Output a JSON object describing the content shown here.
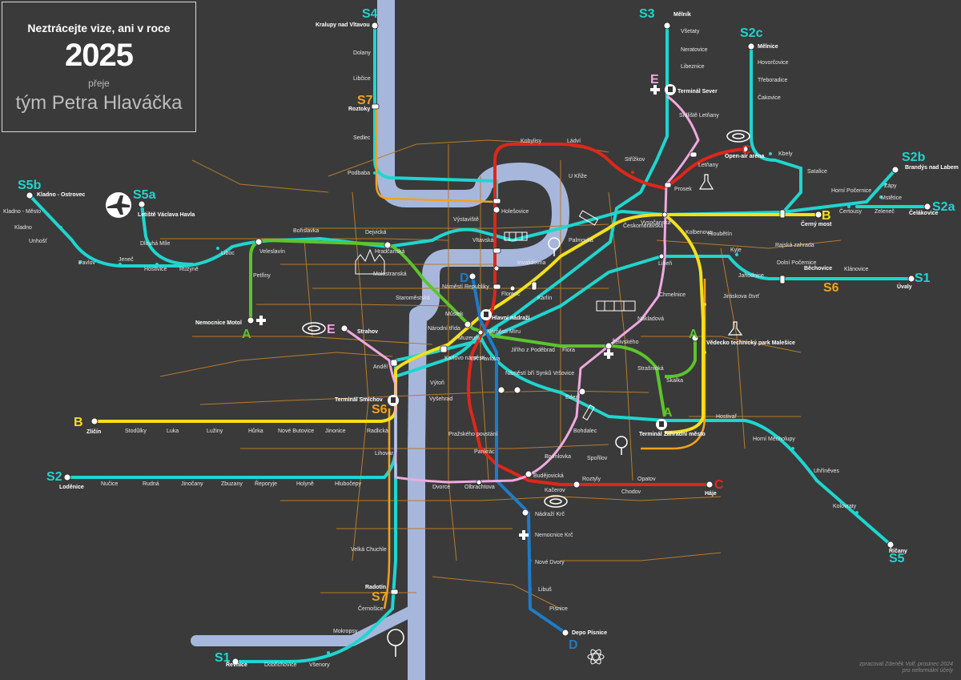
{
  "greeting": {
    "line1": "Neztrácejte vize, ani v roce",
    "line2": "2025",
    "line3": "přeje",
    "line4": "tým Petra Hlaváčka"
  },
  "credit": {
    "line1": "zpracoval Zdeněk Volf, prosinec 2024",
    "line2": "pro neformální účely"
  },
  "colors": {
    "background": "#3a3a3a",
    "river": "#a7b7dc",
    "metro_a": "#5cc42c",
    "metro_b": "#f3e01a",
    "metro_c": "#e0261a",
    "metro_d": "#1f7bc7",
    "tram_e": "#f1a9e0",
    "suburban_rail": "#1ed6cf",
    "tram_network": "#b87a2a"
  },
  "line_ids": [
    {
      "id": "s4",
      "text": "S4",
      "color": "#1ed6cf"
    },
    {
      "id": "s3",
      "text": "S3",
      "color": "#1ed6cf"
    },
    {
      "id": "s2c",
      "text": "S2c",
      "color": "#1ed6cf"
    },
    {
      "id": "s7-north",
      "text": "S7",
      "color": "#f0a21e"
    },
    {
      "id": "s5b",
      "text": "S5b",
      "color": "#1ed6cf"
    },
    {
      "id": "s5a",
      "text": "S5a",
      "color": "#1ed6cf"
    },
    {
      "id": "s2b",
      "text": "S2b",
      "color": "#1ed6cf"
    },
    {
      "id": "s2a",
      "text": "S2a",
      "color": "#1ed6cf"
    },
    {
      "id": "s1-east",
      "text": "S1",
      "color": "#1ed6cf"
    },
    {
      "id": "s6-east",
      "text": "S6",
      "color": "#f0a21e"
    },
    {
      "id": "b-east",
      "text": "B",
      "color": "#f3e01a"
    },
    {
      "id": "c-north",
      "text": "C",
      "color": "#e0261a"
    },
    {
      "id": "e-north",
      "text": "E",
      "color": "#f1a9e0"
    },
    {
      "id": "d-center",
      "text": "D",
      "color": "#1f7bc7"
    },
    {
      "id": "e-west",
      "text": "E",
      "color": "#f1a9e0"
    },
    {
      "id": "a-west",
      "text": "A",
      "color": "#5cc42c"
    },
    {
      "id": "a-east",
      "text": "A",
      "color": "#5cc42c"
    },
    {
      "id": "a-south",
      "text": "A",
      "color": "#5cc42c"
    },
    {
      "id": "b-west",
      "text": "B",
      "color": "#f3e01a"
    },
    {
      "id": "s6-west",
      "text": "S6",
      "color": "#f0a21e"
    },
    {
      "id": "s2-west",
      "text": "S2",
      "color": "#1ed6cf"
    },
    {
      "id": "c-south",
      "text": "C",
      "color": "#e0261a"
    },
    {
      "id": "s5-south",
      "text": "S5",
      "color": "#1ed6cf"
    },
    {
      "id": "d-south",
      "text": "D",
      "color": "#1f7bc7"
    },
    {
      "id": "s7-south",
      "text": "S7",
      "color": "#f0a21e"
    },
    {
      "id": "s1-south",
      "text": "S1",
      "color": "#1ed6cf"
    }
  ],
  "stations": [
    {
      "name": "Kralupy nad Vltavou",
      "bold": true
    },
    {
      "name": "Dolany",
      "bold": false
    },
    {
      "name": "Libčice",
      "bold": false
    },
    {
      "name": "Roztoky",
      "bold": true
    },
    {
      "name": "Sedlec",
      "bold": false
    },
    {
      "name": "Podbaba",
      "bold": false
    },
    {
      "name": "Mělník",
      "bold": true
    },
    {
      "name": "Všetaty",
      "bold": false
    },
    {
      "name": "Neratovice",
      "bold": false
    },
    {
      "name": "Libeznice",
      "bold": false
    },
    {
      "name": "Terminál Sever",
      "bold": true
    },
    {
      "name": "Sídliště Letňany",
      "bold": false
    },
    {
      "name": "Letňany",
      "bold": false
    },
    {
      "name": "Prosek",
      "bold": false
    },
    {
      "name": "Open-air aréna",
      "bold": true
    },
    {
      "name": "Mělnice",
      "bold": true
    },
    {
      "name": "Hovorčovice",
      "bold": false
    },
    {
      "name": "Třeboradice",
      "bold": false
    },
    {
      "name": "Čakovice",
      "bold": false
    },
    {
      "name": "Kbely",
      "bold": false
    },
    {
      "name": "Satalice",
      "bold": false
    },
    {
      "name": "Horní Počernice",
      "bold": false
    },
    {
      "name": "Čertousy",
      "bold": false
    },
    {
      "name": "Zeleneč",
      "bold": false
    },
    {
      "name": "Mstětice",
      "bold": false
    },
    {
      "name": "Zápy",
      "bold": false
    },
    {
      "name": "Brandýs nad Labem",
      "bold": true
    },
    {
      "name": "Čelákovice",
      "bold": true
    },
    {
      "name": "Kladno - Ostrovec",
      "bold": true
    },
    {
      "name": "Kladno - Město",
      "bold": false
    },
    {
      "name": "Kladno",
      "bold": false
    },
    {
      "name": "Unhošť",
      "bold": false
    },
    {
      "name": "Pavlov",
      "bold": false
    },
    {
      "name": "Jeneč",
      "bold": false
    },
    {
      "name": "Letiště Václava Havla",
      "bold": true
    },
    {
      "name": "Dlouhá Míle",
      "bold": false
    },
    {
      "name": "Hostivice",
      "bold": false
    },
    {
      "name": "Ruzyně",
      "bold": false
    },
    {
      "name": "Liboc",
      "bold": false
    },
    {
      "name": "Veleslavín",
      "bold": false
    },
    {
      "name": "Petřiny",
      "bold": false
    },
    {
      "name": "Bořislavka",
      "bold": false
    },
    {
      "name": "Dejvická",
      "bold": false
    },
    {
      "name": "Hradčanská",
      "bold": false
    },
    {
      "name": "Malostranská",
      "bold": false
    },
    {
      "name": "Nemocnice Motol",
      "bold": true
    },
    {
      "name": "Strahov",
      "bold": true
    },
    {
      "name": "Kobylisy",
      "bold": false
    },
    {
      "name": "Ládví",
      "bold": false
    },
    {
      "name": "Střížkov",
      "bold": false
    },
    {
      "name": "U Křižе",
      "bold": false
    },
    {
      "name": "Výstaviště",
      "bold": false
    },
    {
      "name": "Holešovice",
      "bold": false
    },
    {
      "name": "Vltavská",
      "bold": false
    },
    {
      "name": "Palmovka",
      "bold": false
    },
    {
      "name": "Invalidovna",
      "bold": false
    },
    {
      "name": "Českomoravská",
      "bold": false
    },
    {
      "name": "Vysočanská",
      "bold": false
    },
    {
      "name": "Kolbenova",
      "bold": false
    },
    {
      "name": "Hloubětín",
      "bold": false
    },
    {
      "name": "Rajská zahrada",
      "bold": false
    },
    {
      "name": "Černý most",
      "bold": true
    },
    {
      "name": "Kyje",
      "bold": false
    },
    {
      "name": "Dolní Počernice",
      "bold": false
    },
    {
      "name": "Běchovice",
      "bold": true
    },
    {
      "name": "Klánovice",
      "bold": false
    },
    {
      "name": "Úvaly",
      "bold": true
    },
    {
      "name": "Jahodnice",
      "bold": false
    },
    {
      "name": "Jiráskova čtvrť",
      "bold": false
    },
    {
      "name": "Vědecko technický park Malešice",
      "bold": true
    },
    {
      "name": "Libeň",
      "bold": false
    },
    {
      "name": "Chmelnice",
      "bold": false
    },
    {
      "name": "Nákladová",
      "bold": false
    },
    {
      "name": "Želivského",
      "bold": false
    },
    {
      "name": "Strašnická",
      "bold": false
    },
    {
      "name": "Skalka",
      "bold": false
    },
    {
      "name": "Náměstí Republiky",
      "bold": false
    },
    {
      "name": "Florenc",
      "bold": false
    },
    {
      "name": "Karlín",
      "bold": false
    },
    {
      "name": "Hlavní nádraží",
      "bold": true
    },
    {
      "name": "Staroměstská",
      "bold": false
    },
    {
      "name": "Můstek",
      "bold": false
    },
    {
      "name": "Národní třída",
      "bold": false
    },
    {
      "name": "Muzeum",
      "bold": false
    },
    {
      "name": "Náměstí Míru",
      "bold": false
    },
    {
      "name": "Jiřího z Poděbrad",
      "bold": false
    },
    {
      "name": "Flora",
      "bold": false
    },
    {
      "name": "Karlovo náměstí",
      "bold": false
    },
    {
      "name": "I.P. Pavlova",
      "bold": false
    },
    {
      "name": "Anděl",
      "bold": false
    },
    {
      "name": "Výtoň",
      "bold": false
    },
    {
      "name": "Náměstí bří Synků Vršovice",
      "bold": false
    },
    {
      "name": "Eden",
      "bold": false
    },
    {
      "name": "Vyšehrad",
      "bold": false
    },
    {
      "name": "Terminál Smíchov",
      "bold": true
    },
    {
      "name": "Zličín",
      "bold": true
    },
    {
      "name": "Stodůlky",
      "bold": false
    },
    {
      "name": "Luka",
      "bold": false
    },
    {
      "name": "Lužiny",
      "bold": false
    },
    {
      "name": "Hůrka",
      "bold": false
    },
    {
      "name": "Nové Butovice",
      "bold": false
    },
    {
      "name": "Jinonice",
      "bold": false
    },
    {
      "name": "Radlická",
      "bold": false
    },
    {
      "name": "Bohdalec",
      "bold": false
    },
    {
      "name": "Terminál Zahradní město",
      "bold": true
    },
    {
      "name": "Hostivař",
      "bold": false
    },
    {
      "name": "Horní Měcholupy",
      "bold": false
    },
    {
      "name": "Uhříněves",
      "bold": false
    },
    {
      "name": "Kolovraty",
      "bold": false
    },
    {
      "name": "Říčany",
      "bold": true
    },
    {
      "name": "Pražského povstání",
      "bold": false
    },
    {
      "name": "Pankrác",
      "bold": false
    },
    {
      "name": "Brumlovka",
      "bold": false
    },
    {
      "name": "Spořilov",
      "bold": false
    },
    {
      "name": "Budějovická",
      "bold": false
    },
    {
      "name": "Roztyly",
      "bold": false
    },
    {
      "name": "Opatov",
      "bold": false
    },
    {
      "name": "Chodov",
      "bold": false
    },
    {
      "name": "Háje",
      "bold": true
    },
    {
      "name": "Lihovar",
      "bold": false
    },
    {
      "name": "Dvorce",
      "bold": false
    },
    {
      "name": "Olbrachtova",
      "bold": false
    },
    {
      "name": "Kačerov",
      "bold": false
    },
    {
      "name": "Nádraží Krč",
      "bold": false
    },
    {
      "name": "Nemocnice Krč",
      "bold": false
    },
    {
      "name": "Nové Dvory",
      "bold": false
    },
    {
      "name": "Libuš",
      "bold": false
    },
    {
      "name": "Písnice",
      "bold": false
    },
    {
      "name": "Depo Písnice",
      "bold": true
    },
    {
      "name": "Loděnice",
      "bold": true
    },
    {
      "name": "Nučice",
      "bold": false
    },
    {
      "name": "Rudná",
      "bold": false
    },
    {
      "name": "Jinočany",
      "bold": false
    },
    {
      "name": "Zbuzany",
      "bold": false
    },
    {
      "name": "Řeporyje",
      "bold": false
    },
    {
      "name": "Holyně",
      "bold": false
    },
    {
      "name": "Hlubočepy",
      "bold": false
    },
    {
      "name": "Velká Chuchle",
      "bold": false
    },
    {
      "name": "Radotín",
      "bold": true
    },
    {
      "name": "Černošice",
      "bold": false
    },
    {
      "name": "Mokropsy",
      "bold": false
    },
    {
      "name": "Řevnice",
      "bold": true
    },
    {
      "name": "Dobřichovice",
      "bold": false
    },
    {
      "name": "Všenory",
      "bold": false
    }
  ]
}
